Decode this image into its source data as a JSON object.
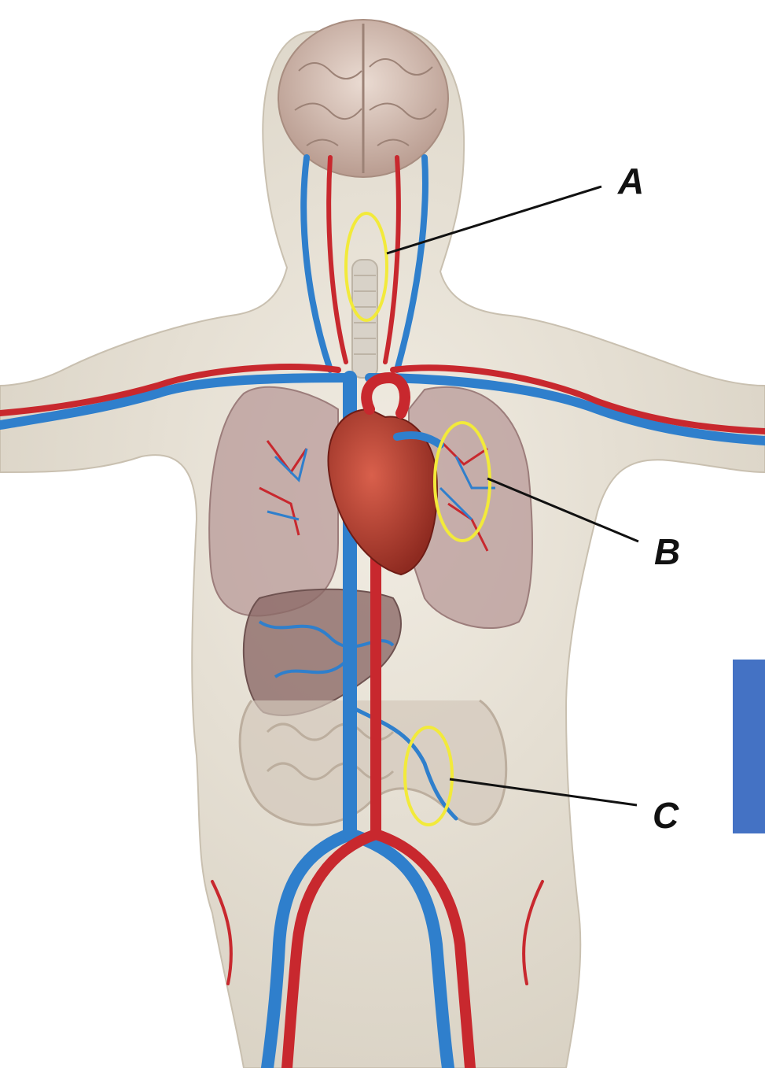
{
  "labels": {
    "a": "A",
    "b": "B",
    "c": "C"
  },
  "colors": {
    "background": "#ffffff",
    "skin": "#e8e2d6",
    "artery": "#c8282e",
    "vein": "#2f7fcc",
    "lung": "#b89a98",
    "liver": "#8c6a68",
    "heart": "#b23a2e",
    "brain": "#d6bfb5",
    "highlight_ring": "#f2ea3a",
    "leader_line": "#111111",
    "side_panel": "#4472c4"
  }
}
